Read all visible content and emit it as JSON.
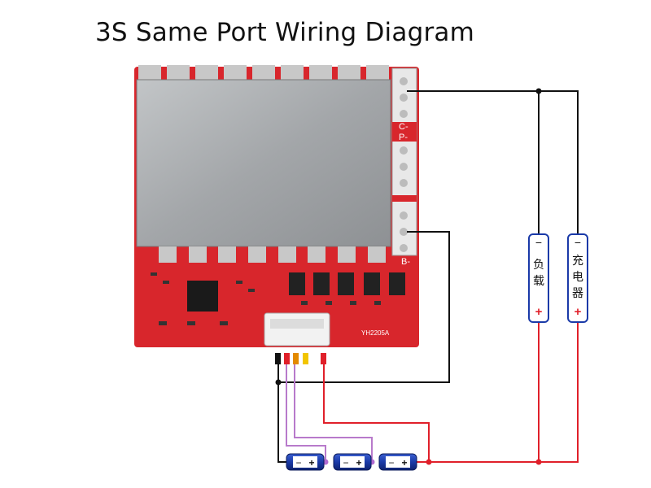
{
  "title": "3S Same Port Wiring Diagram",
  "board": {
    "pad_c": "C-",
    "pad_p": "P-",
    "pad_b": "B-",
    "model": "YH2205A"
  },
  "load": {
    "minus": "−",
    "label_1": "负",
    "label_2": "载",
    "plus": "+"
  },
  "charger": {
    "minus": "−",
    "label_1": "充",
    "label_2": "电",
    "label_3": "器",
    "plus": "+"
  },
  "cells": [
    {
      "minus": "−",
      "plus": "+"
    },
    {
      "minus": "−",
      "plus": "+"
    },
    {
      "minus": "−",
      "plus": "+"
    }
  ],
  "colors": {
    "pcb": "#d8262c",
    "heatsink": "#a9acae",
    "wire_negative": "#111111",
    "wire_positive": "#e0202a",
    "wire_balance": "#b87acb",
    "cell_body": "#1a3aa8",
    "junction": "#b06ad0"
  }
}
